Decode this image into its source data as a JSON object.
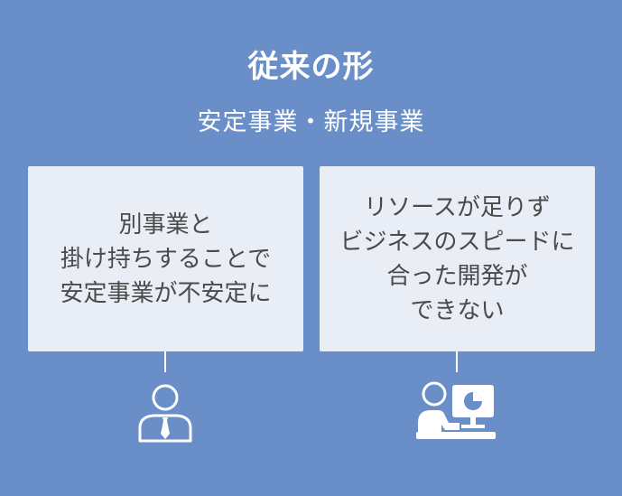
{
  "header": {
    "title": "従来の形",
    "subtitle": "安定事業・新規事業"
  },
  "cards": [
    {
      "lines": [
        "別事業と",
        "掛け持ちすることで",
        "安定事業が不安定に"
      ],
      "icon": "businessman-icon"
    },
    {
      "lines": [
        "リソースが足りず",
        "ビジネスのスピードに",
        "合った開発が",
        "できない"
      ],
      "icon": "person-at-computer-icon"
    }
  ],
  "colors": {
    "background": "#6a8fc8",
    "card": "#e8edf6",
    "text": "#4a4a4a",
    "line": "#ffffff"
  }
}
